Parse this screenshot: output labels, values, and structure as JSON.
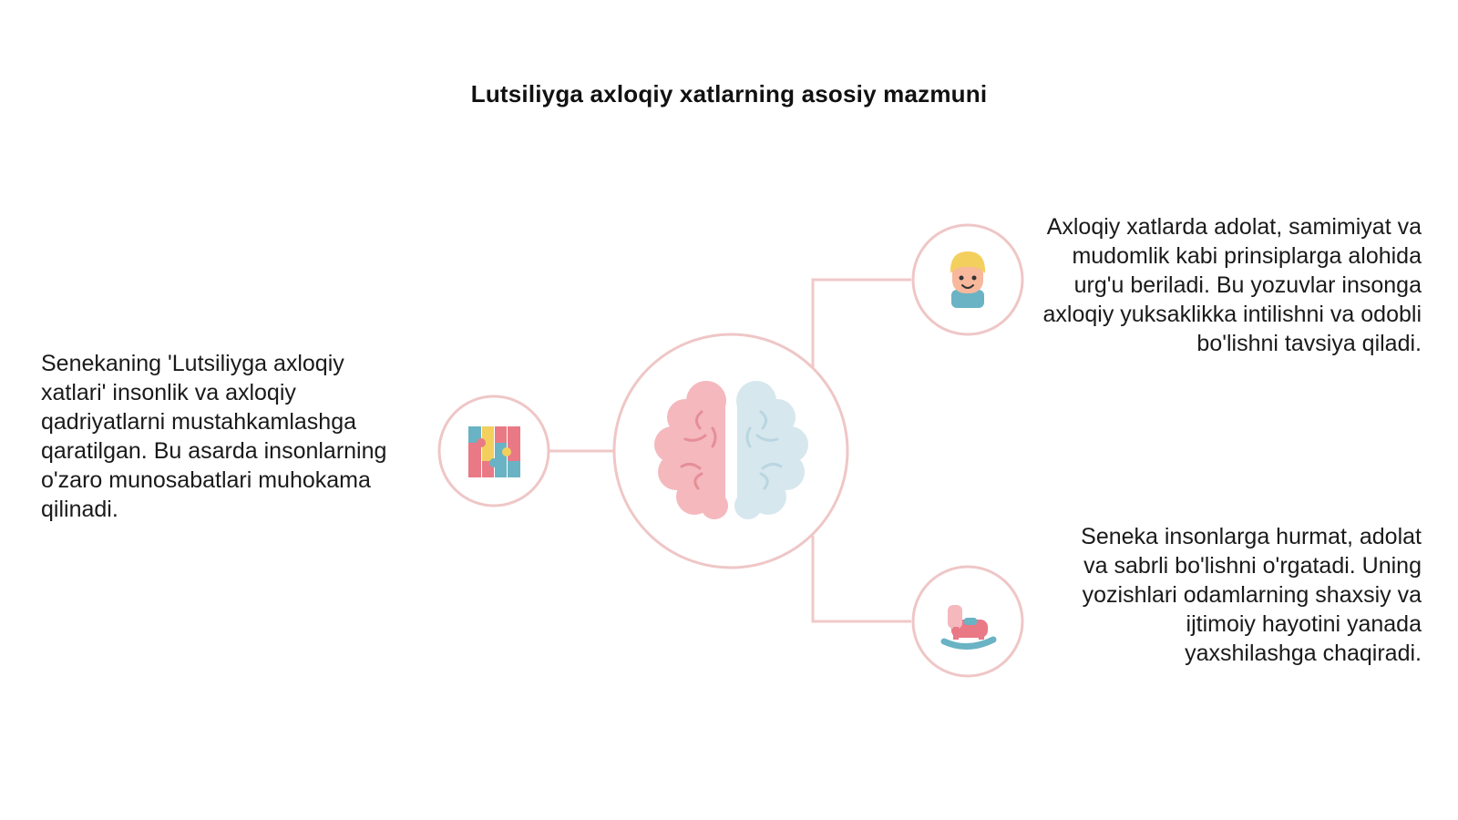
{
  "title": "Lutsiliyga axloqiy xatlarning asosiy mazmuni",
  "colors": {
    "connector": "#f0c8c8",
    "ring": "#efc6c6",
    "brain_left": "#f4b8bd",
    "brain_right": "#d6e7ee",
    "accent_pink": "#e97985",
    "accent_teal": "#6ab3c4",
    "accent_yellow": "#f3cf5e"
  },
  "nodes": {
    "center": {
      "icon": "brain-icon"
    },
    "left": {
      "icon": "puzzle-icon",
      "text": "Senekaning 'Lutsiliyga axloqiy xatlari' insonlik va axloqiy qadriyatlarni mustahkamlashga qaratilgan. Bu asarda insonlarning o'zaro munosabatlari muhokama qilinadi."
    },
    "right_top": {
      "icon": "child-face-icon",
      "text": "Axloqiy xatlarda adolat, samimiyat va mudomlik kabi prinsiplarga alohida urg'u beriladi. Bu yozuvlar insonga axloqiy yuksaklikka intilishni va odobli bo'lishni tavsiya qiladi."
    },
    "right_bottom": {
      "icon": "rocking-horse-icon",
      "text": "Seneka insonlarga hurmat, adolat va sabrli bo'lishni o'rgatadi. Uning yozishlari odamlarning shaxsiy va ijtimoiy hayotini yanada yaxshilashga chaqiradi."
    }
  }
}
